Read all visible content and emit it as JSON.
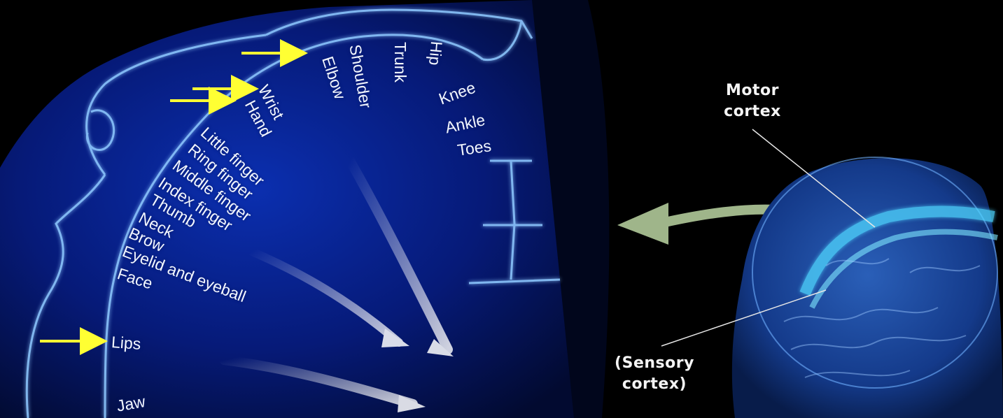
{
  "homunculus": {
    "labels": {
      "wrist": "Wrist",
      "hand": "Hand",
      "elbow": "Elbow",
      "shoulder": "Shoulder",
      "trunk": "Trunk",
      "hip": "Hip",
      "knee": "Knee",
      "ankle": "Ankle",
      "toes": "Toes",
      "little_finger": "Little finger",
      "ring_finger": "Ring finger",
      "middle_finger": "Middle finger",
      "index_finger": "Index finger",
      "thumb": "Thumb",
      "neck": "Neck",
      "brow": "Brow",
      "eyelid_and_eyeball": "Eyelid and eyeball",
      "face": "Face",
      "lips": "Lips",
      "jaw": "Jaw"
    }
  },
  "brain": {
    "motor_cortex": [
      "Motor",
      "cortex"
    ],
    "sensory_cortex": [
      "(Sensory",
      "cortex)"
    ]
  },
  "colors": {
    "background": "#000000",
    "panel_blue": "#0a2a9a",
    "glow": "#7fc0ff",
    "highlight_arrow": "#ffff33",
    "pointer_arrow": "#9fb58a",
    "cortex_band": "#4fd6ff"
  }
}
